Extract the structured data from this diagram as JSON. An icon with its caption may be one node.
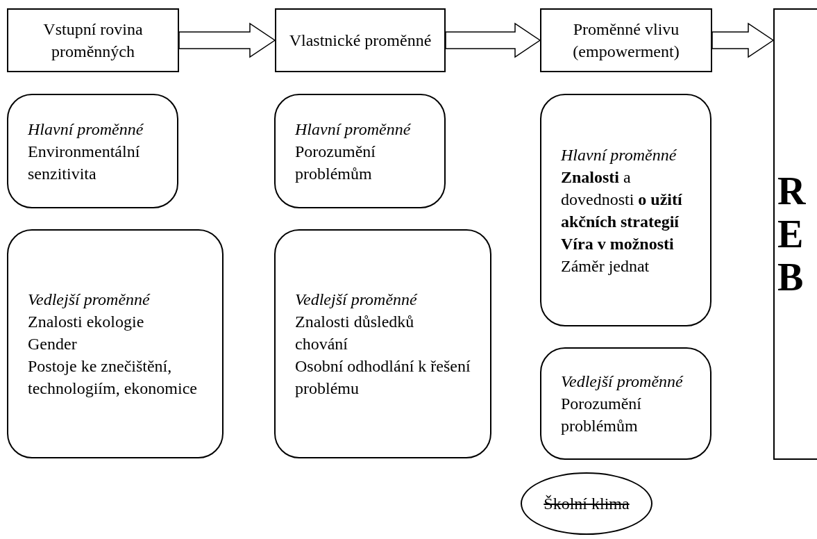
{
  "diagram": {
    "nodes": [
      {
        "text": [
          "Vstupní rovina proměnných"
        ]
      },
      {
        "text": [
          "Vlastnické proměnné"
        ]
      },
      {
        "text": [
          "Proměnné vlivu (empowerment)"
        ]
      },
      {
        "text": [
          "R",
          "E",
          "B"
        ]
      },
      {
        "text": [
          "Hlavní proměnné",
          "Environmentální senzitivita"
        ]
      },
      {
        "text": [
          "Vedlejší proměnné",
          "Znalosti ekologie",
          "Gender",
          "Postoje ke znečištění, technologiím, ekonomice"
        ]
      },
      {
        "text": [
          "Hlavní proměnné",
          "Porozumění problémům"
        ]
      },
      {
        "text": [
          "Vedlejší proměnné",
          "Znalosti důsledků chování",
          "Osobní odhodlání k řešení problému"
        ]
      },
      {
        "text": [
          "Hlavní proměnné",
          "**Znalosti** a dovednosti **o užití akčních strategií**",
          "Víra v možnosti",
          "Záměr jednat"
        ]
      },
      {
        "text": [
          "Vedlejší proměnné",
          "Porozumění problémům"
        ]
      },
      {
        "text": [
          "Školní klima"
        ]
      }
    ],
    "edges": [
      {
        "from": 0,
        "to": 1,
        "arrow": "to"
      },
      {
        "from": 1,
        "to": 2,
        "arrow": "to"
      },
      {
        "from": 2,
        "to": 3,
        "arrow": "to"
      }
    ]
  }
}
